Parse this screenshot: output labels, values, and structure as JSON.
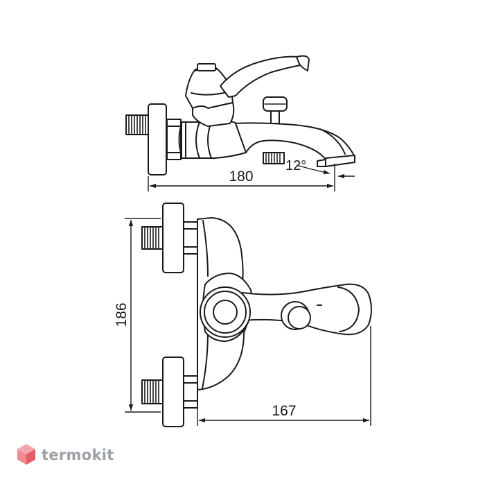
{
  "drawing": {
    "dimensions": {
      "width_side_view": "180",
      "height_top_view": "186",
      "depth_top_view": "167",
      "spout_angle": "12°"
    }
  },
  "watermark": {
    "brand": "termokit",
    "logo_icon": "cube-logo-icon",
    "colors": {
      "logo_top": "#f1a8ad",
      "logo_left": "#f08a92",
      "logo_right": "#e85a66",
      "text": "#9aa0a6"
    }
  }
}
